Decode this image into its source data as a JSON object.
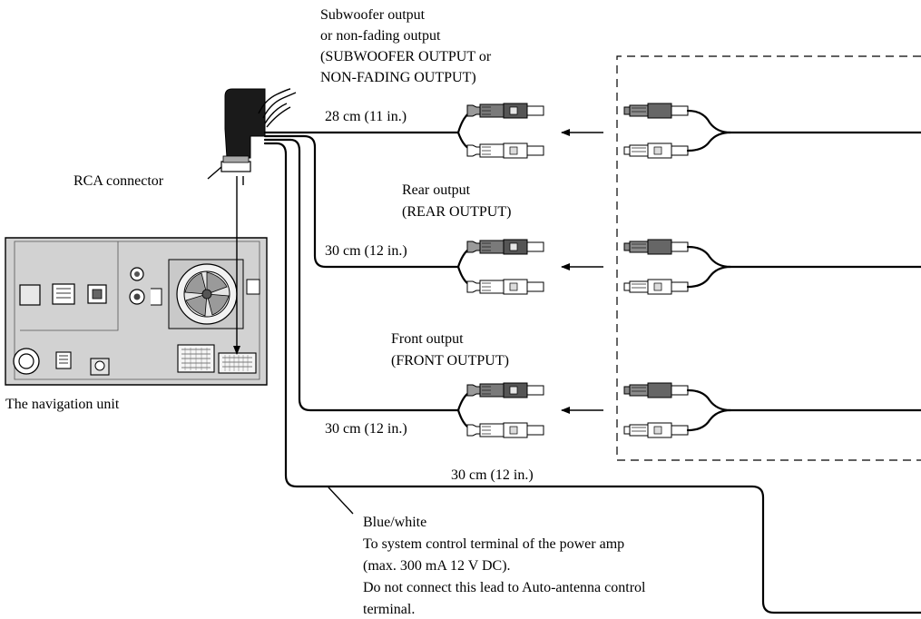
{
  "labels": {
    "subwoofer_line1": "Subwoofer output",
    "subwoofer_line2": "or non-fading output",
    "subwoofer_line3": "(SUBWOOFER OUTPUT or",
    "subwoofer_line4": "NON-FADING OUTPUT)",
    "rear_line1": "Rear output",
    "rear_line2": "(REAR OUTPUT)",
    "front_line1": "Front output",
    "front_line2": "(FRONT OUTPUT)",
    "rca_connector": "RCA connector",
    "navigation_unit": "The navigation unit"
  },
  "lengths": {
    "subwoofer": "28 cm (11 in.)",
    "rear": "30 cm (12 in.)",
    "front": "30 cm (12 in.)",
    "blue_white": "30 cm (12 in.)"
  },
  "blue_white": {
    "title": "Blue/white",
    "line1": "To system control terminal of the power amp",
    "line2": "(max. 300 mA 12 V DC).",
    "line3": "Do not connect this lead to Auto-antenna control",
    "line4": "terminal."
  }
}
